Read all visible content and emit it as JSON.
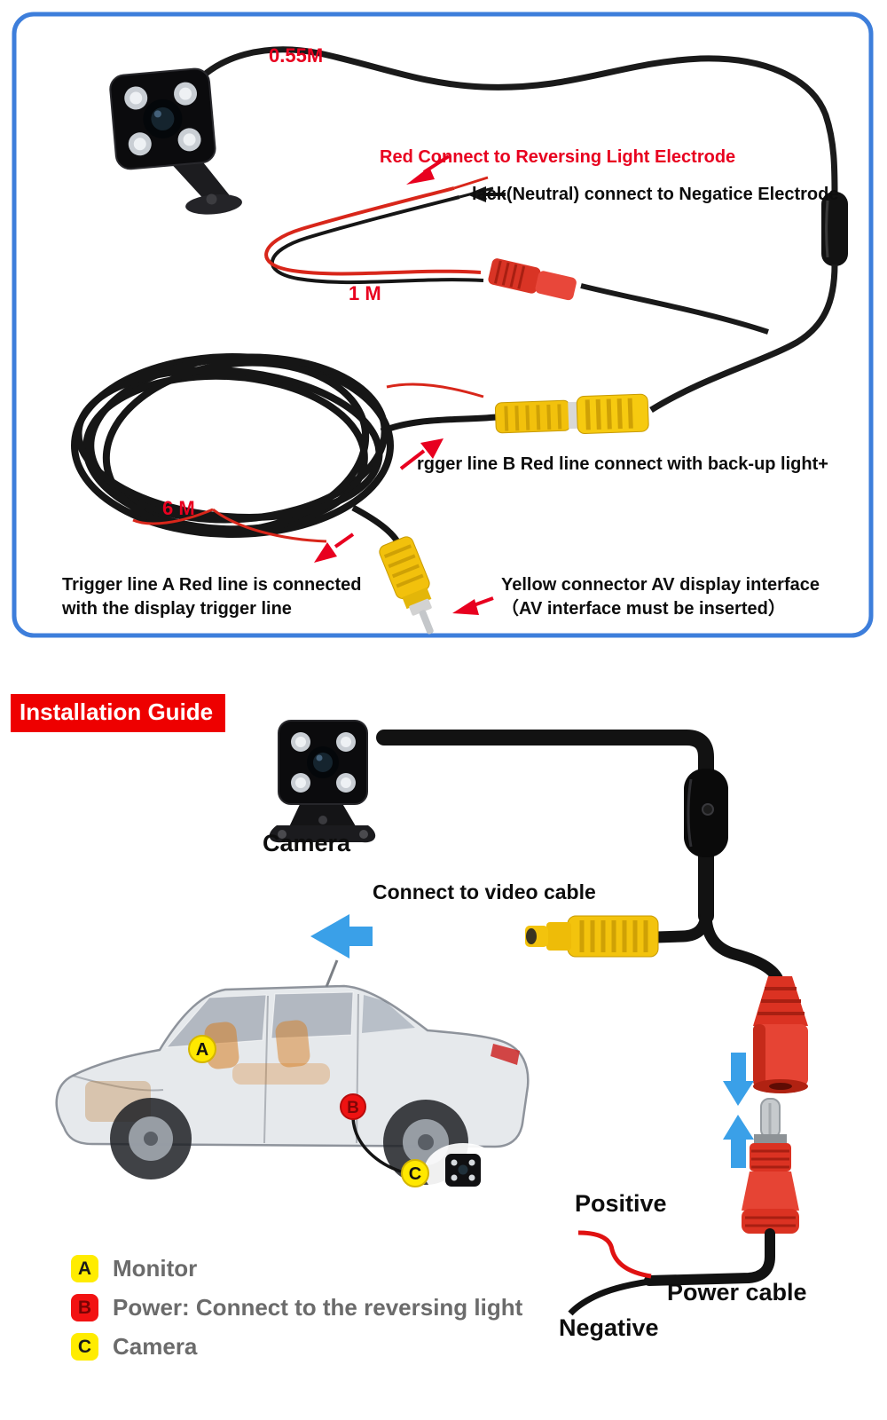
{
  "wiring": {
    "len_camera_cable": "0.55M",
    "len_power_cable": "1 M",
    "len_video_cable": "6 M",
    "red_electrode_note": "Red Connect to Reversing Light Electrode",
    "black_electrode_note": "lack(Neutral) connect to Negatice Electrode",
    "trigger_b_note": "rgger line B Red line connect with back-up light+",
    "trigger_a_note": "Trigger line A Red line is connected\nwith the display trigger line",
    "av_connector_note": "Yellow connector AV display interface\n（AV interface must be inserted）"
  },
  "guide": {
    "title": "Installation Guide",
    "camera_label": "Camera",
    "video_cable_note": "Connect to video cable",
    "positive_label": "Positive",
    "negative_label": "Negative",
    "power_cable_label": "Power cable",
    "markers": [
      {
        "letter": "A"
      },
      {
        "letter": "B"
      },
      {
        "letter": "C"
      }
    ],
    "legend": [
      {
        "letter": "A",
        "text": "Monitor"
      },
      {
        "letter": "B",
        "text": "Power: Connect to the reversing light"
      },
      {
        "letter": "C",
        "text": "Camera"
      }
    ]
  },
  "colors": {
    "panel_border_blue": "#3d7edb",
    "label_red": "#e8001f",
    "banner_red": "#ee0000",
    "connector_yellow": "#f2c10c",
    "connector_red": "#db3222",
    "arrow_blue": "#3aa0e8"
  }
}
